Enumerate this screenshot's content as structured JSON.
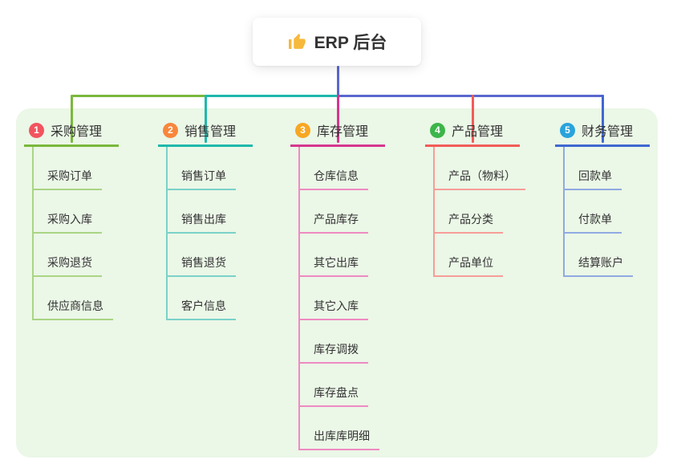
{
  "root": {
    "icon": "thumbs-up",
    "label": "ERP 后台",
    "connector_color": "#5b67cf",
    "icon_color": "#f6b93b"
  },
  "canvas": {
    "background": "#ffffff",
    "panel_color": "#ebf7e7",
    "text_color": "#333333"
  },
  "branches": [
    {
      "num": "1",
      "label": "采购管理",
      "badge_color": "#f2545f",
      "line_color": "#7ab83c",
      "child_line_color": "#a9d584",
      "children": [
        "采购订单",
        "采购入库",
        "采购退货",
        "供应商信息"
      ]
    },
    {
      "num": "2",
      "label": "销售管理",
      "badge_color": "#f8863b",
      "line_color": "#1eb8ac",
      "child_line_color": "#7ad2c9",
      "children": [
        "销售订单",
        "销售出库",
        "销售退货",
        "客户信息"
      ]
    },
    {
      "num": "3",
      "label": "库存管理",
      "badge_color": "#f7a723",
      "line_color": "#d6368f",
      "child_line_color": "#ee8ac2",
      "children": [
        "仓库信息",
        "产品库存",
        "其它出库",
        "其它入库",
        "库存调拨",
        "库存盘点",
        "出库库明细"
      ]
    },
    {
      "num": "4",
      "label": "产品管理",
      "badge_color": "#3cb54a",
      "line_color": "#f25c58",
      "child_line_color": "#f79d98",
      "children": [
        "产品（物料）",
        "产品分类",
        "产品单位"
      ]
    },
    {
      "num": "5",
      "label": "财务管理",
      "badge_color": "#29a3dc",
      "line_color": "#3f68d1",
      "child_line_color": "#90aae1",
      "children": [
        "回款单",
        "付款单",
        "结算账户"
      ]
    }
  ]
}
